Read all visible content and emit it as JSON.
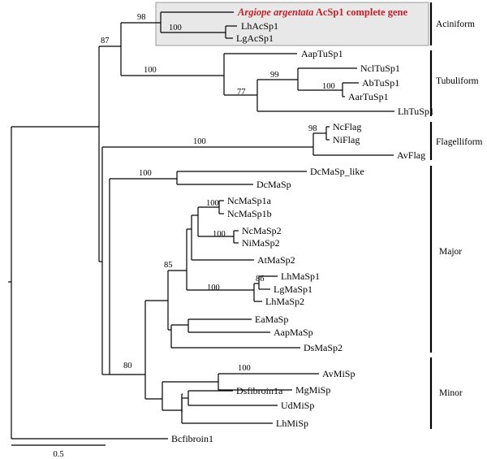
{
  "tree": {
    "highlight_leaf": {
      "italic": "Argiope argentata",
      "rest": " AcSp1 complete gene"
    },
    "leaves": {
      "lhacsp1": "LhAcSp1",
      "lgacsp1": "LgAcSp1",
      "aaptusp1": "AapTuSp1",
      "ncltusp1": "NclTuSp1",
      "abtusp1": "AbTuSp1",
      "aartusp1": "AarTuSp1",
      "lhtusp1": "LhTuSp1",
      "ncflag": "NcFlag",
      "niflag": "NiFlag",
      "avflag": "AvFlag",
      "dcmasp-like": "DcMaSp_like",
      "dcmasp": "DcMaSp",
      "ncmasp1a": "NcMaSp1a",
      "ncmasp1b": "NcMaSp1b",
      "ncmasp2": "NcMaSp2",
      "nimasp2": "NiMaSp2",
      "atmasp2": "AtMaSp2",
      "lhmasp1": "LhMaSp1",
      "lgmasp1": "LgMaSp1",
      "lhmasp2": "LhMaSp2",
      "eamasp": "EaMaSp",
      "aapmasp": "AapMaSp",
      "dsmasp2": "DsMaSp2",
      "avmisp": "AvMiSp",
      "mgmisp": "MgMiSp",
      "dsfibroin1a": "Dsfibroin1a",
      "udmisp": "UdMiSp",
      "lhmisp": "LhMiSp",
      "bcfibroin1": "Bcfibroin1"
    },
    "bootstrap": {
      "acini-top": "98",
      "acini-pair": "100",
      "acini-tubu": "87",
      "tubu": "100",
      "tubu-inner": "77",
      "tubu-ncl": "99",
      "tubu-ab-aar": "100",
      "flag": "100",
      "flag-nc-ni": "98",
      "dc": "100",
      "nc1": "100",
      "nc2": "100",
      "major-mid": "85",
      "lh-lg": "86",
      "lh-group": "100",
      "major-minor": "80",
      "minor-av-mg": "100"
    },
    "groups": {
      "aciniform": "Aciniform",
      "tubuliform": "Tubuliform",
      "flagelliform": "Flagelliform",
      "major": "Major",
      "minor": "Minor"
    },
    "scale_label": "0.5",
    "colors": {
      "highlight_text": "#c0202a",
      "highlight_box": "#e8e8e8"
    }
  }
}
